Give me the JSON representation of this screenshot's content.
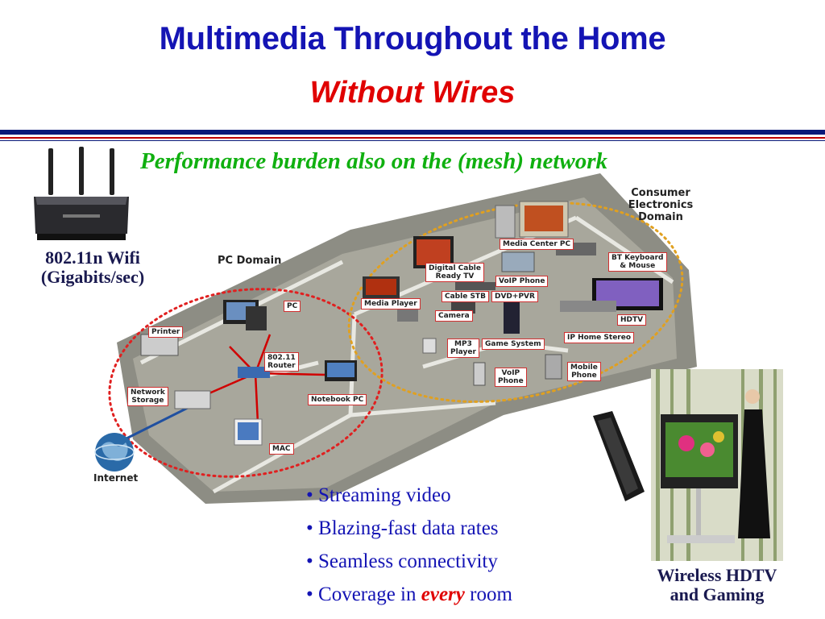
{
  "title": {
    "line1": "Multimedia Throughout the Home",
    "line2": "Without Wires"
  },
  "subtitle": "Performance burden also on the (mesh) network",
  "router_caption": {
    "line1": "802.11n Wifi",
    "line2": "(Gigabits/sec)"
  },
  "diagram": {
    "pc_domain": "PC Domain",
    "consumer_domain": [
      "Consumer",
      "Electronics",
      "Domain"
    ],
    "internet": "Internet",
    "devices": {
      "pc": "PC",
      "printer": "Printer",
      "router": [
        "802.11",
        "Router"
      ],
      "network_storage": [
        "Network",
        "Storage"
      ],
      "notebook_pc": "Notebook PC",
      "mac": "MAC",
      "media_player": "Media Player",
      "digital_cable": [
        "Digital Cable",
        "Ready TV"
      ],
      "media_center_pc": "Media Center PC",
      "bt_keyboard": [
        "BT Keyboard",
        "& Mouse"
      ],
      "voip_phone_top": "VoIP Phone",
      "cable_stb": "Cable STB",
      "dvd_pvr": "DVD+PVR",
      "hdtv": "HDTV",
      "camera": "Camera",
      "ip_home_stereo": "IP Home Stereo",
      "mp3_player": [
        "MP3",
        "Player"
      ],
      "game_system": "Game System",
      "voip_phone_bottom": [
        "VoIP",
        "Phone"
      ],
      "mobile_phone": [
        "Mobile",
        "Phone"
      ]
    }
  },
  "bullets": [
    {
      "text": "Streaming video"
    },
    {
      "text": "Blazing-fast data rates"
    },
    {
      "text": "Seamless connectivity"
    },
    {
      "pre": "Coverage in ",
      "em": "every",
      "post": " room"
    }
  ],
  "hdtv_caption": {
    "line1": "Wireless HDTV",
    "line2": "and Gaming"
  },
  "colors": {
    "title_blue": "#1414b4",
    "title_red": "#e00000",
    "subtitle_green": "#10b010",
    "domain_pc_dots": "#e02020",
    "domain_ce_dots": "#e0a020",
    "link_red": "#d00000"
  }
}
